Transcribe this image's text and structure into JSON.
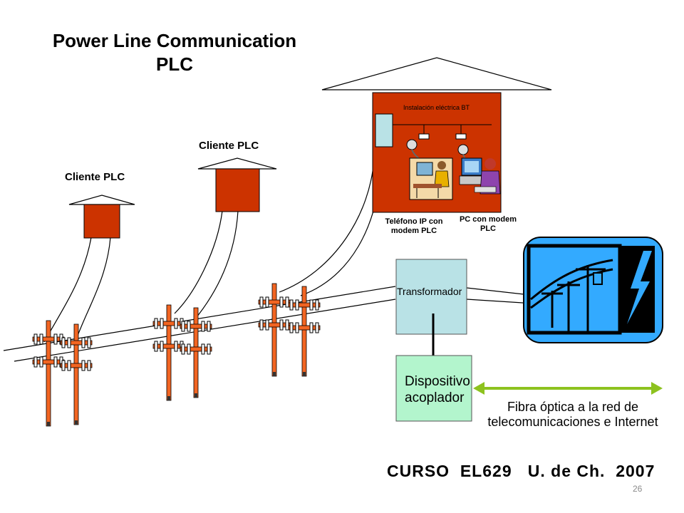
{
  "title": {
    "line1": "Power Line Communication",
    "line2": "PLC"
  },
  "clients": [
    {
      "label": "Cliente PLC"
    },
    {
      "label": "Cliente PLC"
    }
  ],
  "house": {
    "installation_label": "Instalación eléctrica BT",
    "phone_label": {
      "line1": "Teléfono IP con",
      "line2": "modem PLC"
    },
    "pc_label": {
      "line1": "PC con modem",
      "line2": "PLC"
    }
  },
  "transformer": {
    "label": "Transformador"
  },
  "coupler": {
    "line1": "Dispositivo",
    "line2": "acoplador"
  },
  "fiber": {
    "line1": "Fibra óptica a la red de",
    "line2": "telecomunicaciones e Internet"
  },
  "footer": {
    "course": "CURSO  EL629   U. de Ch.  2007",
    "page_number": "26"
  },
  "colors": {
    "pole_orange": "#f26522",
    "client_house_red": "#cc3300",
    "house_red": "#cc3300",
    "transformer_fill": "#b9e2e6",
    "coupler_fill": "#b3f5cd",
    "fiber_arrow_green": "#8dc21f",
    "network_sign_blue": "#33aaff"
  },
  "icons": {
    "house": "house-icon",
    "pole": "utility-pole-icon",
    "network_sign": "lightning-network-icon",
    "phone_user": "person-at-desk-icon",
    "pc_user": "person-at-computer-icon"
  }
}
